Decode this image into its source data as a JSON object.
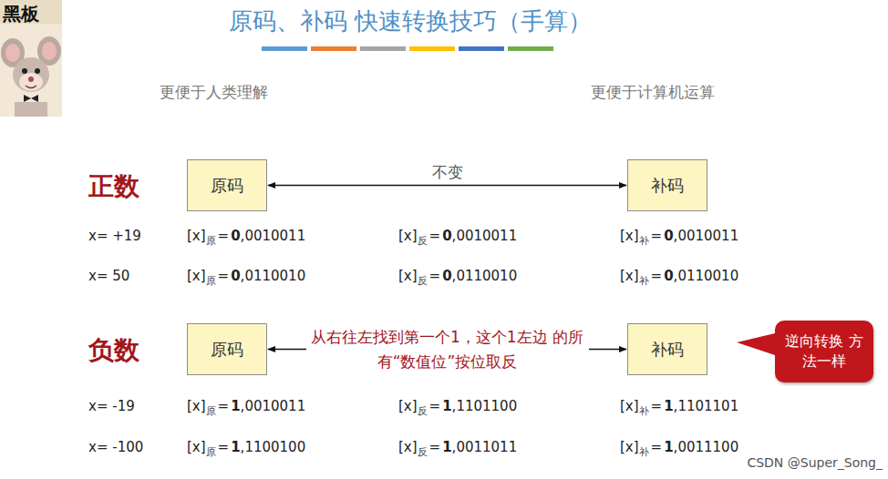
{
  "diagram": {
    "title": "原码、补码 快速转换技巧（手算）",
    "nodes": [
      {
        "text": [
          "原码"
        ]
      },
      {
        "text": [
          "补码"
        ]
      },
      {
        "text": [
          "原码"
        ]
      },
      {
        "text": [
          "补码"
        ]
      },
      {
        "text": [
          "逆向转换 方法一样"
        ]
      }
    ],
    "edges": [
      {
        "from": 0,
        "to": 1,
        "arrow": "both",
        "label": "不变"
      },
      {
        "from": 2,
        "to": 3,
        "arrow": "both",
        "label": "从右往左找到第一个1，这个1左边 的所有“数值位”按位取反"
      }
    ],
    "labels": [
      "黑板",
      "更便于人类理解",
      "更便于计算机运算",
      "正数",
      "x= +19",
      "[x]",
      "原",
      "=",
      "0",
      ",0010011",
      "[x]",
      "反",
      "=",
      "0",
      ",0010011",
      "[x]",
      "补",
      "=",
      "0",
      ",0010011",
      "x= 50",
      "[x]",
      "原",
      "=",
      "0",
      ",0110010",
      "[x]",
      "反",
      "=",
      "0",
      ",0110010",
      "[x]",
      "补",
      "=",
      "0",
      ",0110010",
      "负数",
      "x= -19",
      "[x]",
      "原",
      "=",
      "1",
      ",0010011",
      "[x]",
      "反",
      "=",
      "1",
      ",1101100",
      "[x]",
      "补",
      "=",
      "1",
      ",1101101",
      "x= -100",
      "[x]",
      "原",
      "=",
      "1",
      ",1100100",
      "[x]",
      "反",
      "=",
      "1",
      ",0011011",
      "[x]",
      "补",
      "=",
      "1",
      ",0011100",
      "CSDN @Super_Song_"
    ]
  }
}
